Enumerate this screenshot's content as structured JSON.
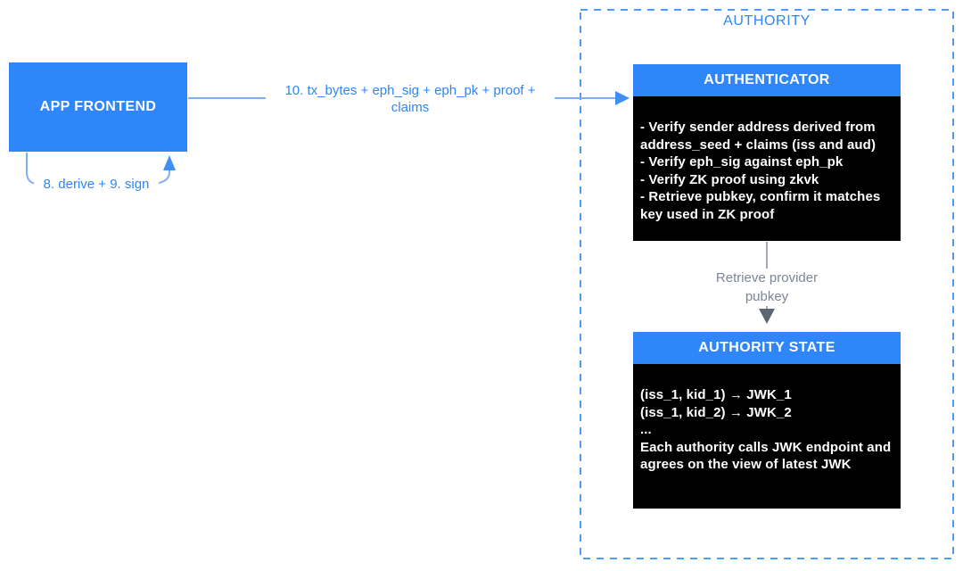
{
  "colors": {
    "accent_blue": "#2e86f8",
    "wire_blue": "#7fb0f5",
    "arrowhead_blue": "#3f8ff6",
    "dashed_border_blue": "#4f9cf7",
    "panel_black": "#000000",
    "gray_label": "#7b8595",
    "gray_wire": "#9aa1ad",
    "gray_arrowhead": "#5c6673",
    "white": "#ffffff"
  },
  "authority_group": {
    "label": "AUTHORITY"
  },
  "app_frontend": {
    "label": "APP FRONTEND"
  },
  "authenticator": {
    "title": "AUTHENTICATOR",
    "lines": [
      "- Verify sender address derived from",
      "address_seed + claims (iss and aud)",
      "- Verify eph_sig against eph_pk",
      "- Verify ZK proof using zkvk",
      "- Retrieve pubkey, confirm it matches",
      "key used in ZK proof"
    ]
  },
  "authority_state": {
    "title": "AUTHORITY STATE",
    "lines": [
      "(iss_1, kid_1) → JWK_1",
      "(iss_1, kid_2) → JWK_2",
      "...",
      "Each authority calls JWK endpoint and",
      "agrees on the view of latest JWK"
    ]
  },
  "edges": {
    "tx_submit": {
      "lines": [
        "10. tx_bytes + eph_sig + eph_pk + proof +",
        "claims"
      ]
    },
    "derive_sign": {
      "label": "8. derive + 9. sign"
    },
    "retrieve_pubkey": {
      "lines": [
        "Retrieve provider",
        "pubkey"
      ]
    }
  }
}
